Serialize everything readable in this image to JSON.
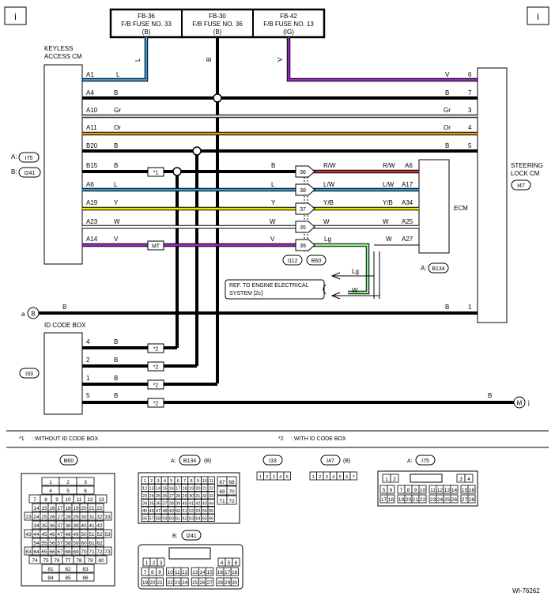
{
  "page_marker": "i",
  "fuses": [
    {
      "id": "FB-36",
      "name": "F/B FUSE NO. 33",
      "supply": "(B)"
    },
    {
      "id": "FB-30",
      "name": "F/B FUSE NO. 36",
      "supply": "(B)"
    },
    {
      "id": "FB-42",
      "name": "F/B FUSE NO. 13",
      "supply": "(IG)"
    }
  ],
  "fuse_wire_codes": [
    "L",
    "B",
    "V"
  ],
  "keyless": {
    "title_1": "KEYLESS",
    "title_2": "ACCESS CM",
    "connectors": [
      {
        "tag": "A:",
        "id": "I75"
      },
      {
        "tag": "B:",
        "id": "I241"
      }
    ]
  },
  "steering": {
    "title_1": "STEERING",
    "title_2": "LOCK CM",
    "id": "I47"
  },
  "ecm": {
    "title": "ECM",
    "tag": "A:",
    "id": "B134"
  },
  "id_code_box": {
    "title": "ID CODE BOX",
    "id": "I33"
  },
  "wires": [
    {
      "pin": "A1",
      "code": "L",
      "color": "#3a9be0",
      "right_code": "V",
      "right_pin": "6"
    },
    {
      "pin": "A4",
      "code": "B",
      "color": "#000000",
      "right_code": "B",
      "right_pin": "7"
    },
    {
      "pin": "A10",
      "code": "Gr",
      "color": "#bdbdbd",
      "right_code": "Gr",
      "right_pin": "3"
    },
    {
      "pin": "A11",
      "code": "Or",
      "color": "#f39c12",
      "right_code": "Or",
      "right_pin": "4"
    },
    {
      "pin": "B20",
      "code": "B",
      "color": "#000000",
      "right_code": "B",
      "right_pin": "5"
    }
  ],
  "signal_wires": [
    {
      "pin": "B15",
      "code": "B",
      "mid_code": "B",
      "joint": "36",
      "joint_code": "R/W",
      "ecm_code": "R/W",
      "ecm_pin": "A6",
      "color": "#c0392b"
    },
    {
      "pin": "A6",
      "code": "L",
      "mid_code": "L",
      "joint": "38",
      "joint_code": "L/W",
      "ecm_code": "L/W",
      "ecm_pin": "A17",
      "color": "#3a9be0"
    },
    {
      "pin": "A19",
      "code": "Y",
      "mid_code": "Y",
      "joint": "37",
      "joint_code": "Y/B",
      "ecm_code": "Y/B",
      "ecm_pin": "A34",
      "color": "#f5e600"
    },
    {
      "pin": "A23",
      "code": "W",
      "mid_code": "W",
      "joint": "35",
      "joint_code": "W",
      "ecm_code": "W",
      "ecm_pin": "A25",
      "color": "#bdbdbd"
    },
    {
      "pin": "A14",
      "code": "V",
      "mid_code": "V",
      "joint": "39",
      "joint_code": "Lg",
      "ecm_code": "W",
      "ecm_pin": "A27",
      "color": "#9b27c9"
    }
  ],
  "joint_connectors": [
    "I112",
    "B60"
  ],
  "splices": {
    "s1": "*1",
    "mt": "MT",
    "s2": "*2"
  },
  "ground_wire": {
    "label": "a",
    "bus": "B",
    "code": "B",
    "right_code": "B",
    "right_pin": "1"
  },
  "id_box_pins": [
    {
      "pin": "4",
      "code": "B"
    },
    {
      "pin": "2",
      "code": "B"
    },
    {
      "pin": "1",
      "code": "B"
    },
    {
      "pin": "5",
      "code": "B"
    }
  ],
  "ground_end": {
    "code": "B",
    "symbol": "M",
    "suffix": "j"
  },
  "ref_box": {
    "line1": "REF. TO ENGINE ELECTRICAL",
    "line2": "SYSTEM [2c]",
    "code_1": "Lg",
    "code_2": "W"
  },
  "notes": [
    {
      "mark": "*1",
      "text": ": WITHOUT ID CODE BOX"
    },
    {
      "mark": "*2",
      "text": ": WITH ID CODE BOX"
    }
  ],
  "connector_views": {
    "b60": {
      "label": "B60",
      "rows": [
        [
          "1",
          "2",
          "3"
        ],
        [
          "4",
          "5",
          "6"
        ],
        [
          "7",
          "8",
          "9",
          "10",
          "11",
          "12",
          "13"
        ],
        [
          "14",
          "15",
          "16",
          "17",
          "18",
          "19",
          "20",
          "21",
          "22"
        ],
        [
          "23",
          "24",
          "25",
          "26",
          "27",
          "28",
          "29",
          "30",
          "31",
          "32",
          "33"
        ],
        [
          "34",
          "35",
          "36",
          "37",
          "38",
          "39",
          "40",
          "41",
          "42"
        ],
        [
          "43",
          "44",
          "45",
          "46",
          "47",
          "48",
          "49",
          "50",
          "51",
          "52",
          "53"
        ],
        [
          "54",
          "55",
          "56",
          "57",
          "58",
          "59",
          "60",
          "61",
          "62"
        ],
        [
          "63",
          "64",
          "65",
          "66",
          "67",
          "68",
          "69",
          "70",
          "71",
          "72",
          "73"
        ],
        [
          "74",
          "75",
          "76",
          "77",
          "78",
          "79",
          "80"
        ],
        [
          "81",
          "82",
          "83"
        ],
        [
          "84",
          "85",
          "86"
        ]
      ]
    },
    "b134": {
      "tag": "A:",
      "label": "B134",
      "supply": "(B)",
      "rows": [
        [
          "1",
          "2",
          "3",
          "4",
          "5",
          "6",
          "7",
          "8",
          "9",
          "10",
          "11"
        ],
        [
          "12",
          "13",
          "14",
          "15",
          "16",
          "17",
          "18",
          "19",
          "20",
          "21",
          "22"
        ],
        [
          "23",
          "24",
          "25",
          "26",
          "27",
          "28",
          "29",
          "30",
          "31",
          "32",
          "33"
        ],
        [
          "34",
          "35",
          "36",
          "37",
          "38",
          "39",
          "40",
          "41",
          "42",
          "43",
          "44"
        ],
        [
          "45",
          "46",
          "47",
          "48",
          "49",
          "50",
          "51",
          "52",
          "53",
          "54",
          "55"
        ],
        [
          "56",
          "57",
          "58",
          "59",
          "60",
          "61",
          "62",
          "63",
          "64",
          "65",
          "66"
        ]
      ],
      "side": [
        [
          "67",
          "68"
        ],
        [
          "69",
          "70"
        ],
        [
          "71",
          "72"
        ]
      ]
    },
    "i33": {
      "label": "I33",
      "pins": [
        "1",
        "2",
        "3",
        "4",
        "5"
      ]
    },
    "i47": {
      "label": "I47",
      "supply": "(B)",
      "pins": [
        "1",
        "2",
        "3",
        "4",
        "5",
        "6",
        "7"
      ]
    },
    "i75": {
      "tag": "A:",
      "label": "I75",
      "rows": [
        [
          "1",
          "2",
          "",
          "3",
          "4"
        ],
        [
          "5",
          "6",
          "7",
          "8",
          "9",
          "10",
          "11",
          "12",
          "13",
          "14",
          "15",
          "16"
        ],
        [
          "17",
          "18",
          "19",
          "20",
          "21",
          "22",
          "23",
          "24",
          "25",
          "26",
          "27",
          "28"
        ]
      ]
    },
    "i241": {
      "tag": "B:",
      "label": "I241",
      "rows": [
        [
          "1",
          "2",
          "3",
          "4",
          "5",
          "6"
        ],
        [
          "7",
          "8",
          "9",
          "10",
          "11",
          "12",
          "13",
          "14",
          "15",
          "16",
          "17",
          "18"
        ],
        [
          "19",
          "20",
          "21",
          "22",
          "23",
          "24",
          "25",
          "26",
          "27",
          "28",
          "29",
          "30"
        ]
      ]
    }
  },
  "figure_code": "WI-76262"
}
